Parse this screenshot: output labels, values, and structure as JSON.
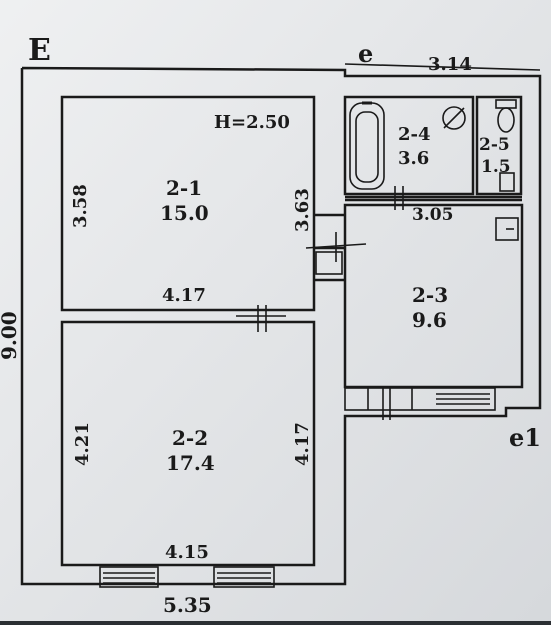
{
  "colors": {
    "paper": "#e6e8ea",
    "paper_edge": "#c9ccd0",
    "ink": "#1a1a1a",
    "frame": "#2b2f33"
  },
  "markers": {
    "top_left": "E",
    "top_right": "e",
    "right": "e1"
  },
  "height_note": "H=2.50",
  "rooms": [
    {
      "id": "2-1",
      "area": "15.0"
    },
    {
      "id": "2-2",
      "area": "17.4"
    },
    {
      "id": "2-3",
      "area": "9.6"
    },
    {
      "id": "2-4",
      "area": "3.6"
    },
    {
      "id": "2-5",
      "area": "1.5"
    }
  ],
  "dimensions": {
    "room1_height": "3.58",
    "room1_right": "3.63",
    "room1_width": "4.17",
    "room2_height": "4.21",
    "room2_right": "4.17",
    "room2_width": "4.15",
    "total_height": "9.00",
    "total_width": "5.35",
    "top_width": "3.14",
    "room3_width": "3.05"
  },
  "fixtures": {
    "bathtub": "bathtub-icon",
    "sink": "sink-icon",
    "toilet": "toilet-icon",
    "stove": "stove-icon"
  }
}
